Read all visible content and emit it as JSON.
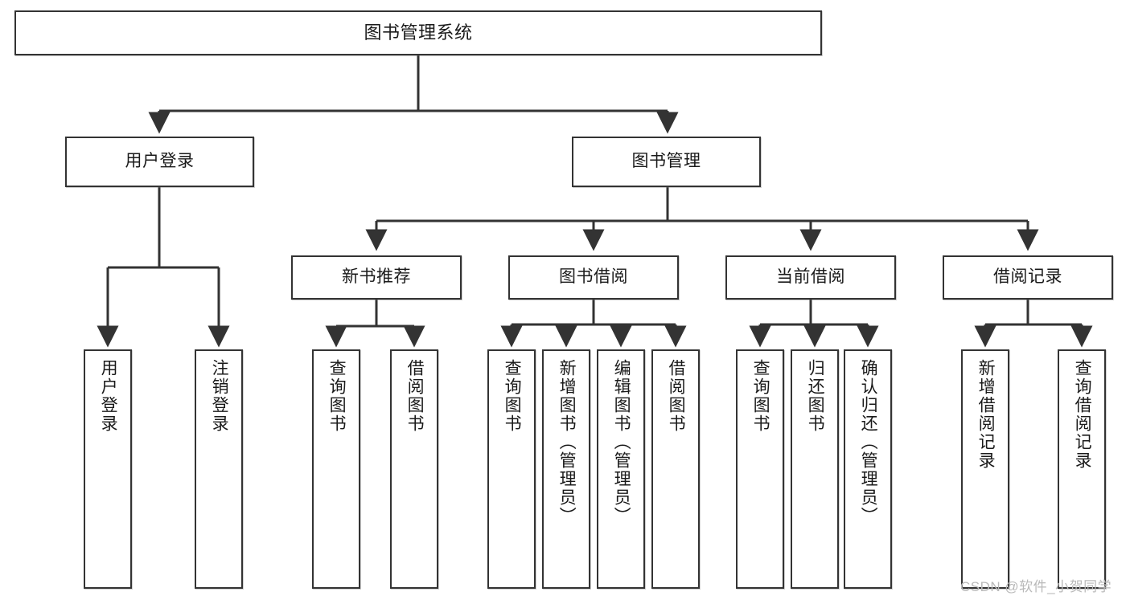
{
  "diagram": {
    "type": "tree",
    "title": "图书管理系统",
    "orientation": "top-down",
    "colors": {
      "box_border": "#333333",
      "box_fill": "#ffffff",
      "edge": "#333333",
      "text": "#1a1a1a",
      "watermark": "#b9b9b9"
    },
    "root": {
      "label": "图书管理系统"
    },
    "level2": [
      {
        "label": "用户登录"
      },
      {
        "label": "图书管理"
      }
    ],
    "level3": [
      {
        "label": "新书推荐"
      },
      {
        "label": "图书借阅"
      },
      {
        "label": "当前借阅"
      },
      {
        "label": "借阅记录"
      }
    ],
    "leaves": {
      "user_login": [
        {
          "label": "用户登录"
        },
        {
          "label": "注销登录"
        }
      ],
      "new_book_recommend": [
        {
          "label": "查询图书"
        },
        {
          "label": "借阅图书"
        }
      ],
      "book_borrow": [
        {
          "label": "查询图书"
        },
        {
          "label": "新增图书（管理员）"
        },
        {
          "label": "编辑图书（管理员）"
        },
        {
          "label": "借阅图书"
        }
      ],
      "current_borrow": [
        {
          "label": "查询图书"
        },
        {
          "label": "归还图书"
        },
        {
          "label": "确认归还（管理员）"
        }
      ],
      "borrow_record": [
        {
          "label": "新增借阅记录"
        },
        {
          "label": "查询借阅记录"
        }
      ]
    }
  },
  "watermark": {
    "text": "CSDN @软件_小贺同学"
  }
}
